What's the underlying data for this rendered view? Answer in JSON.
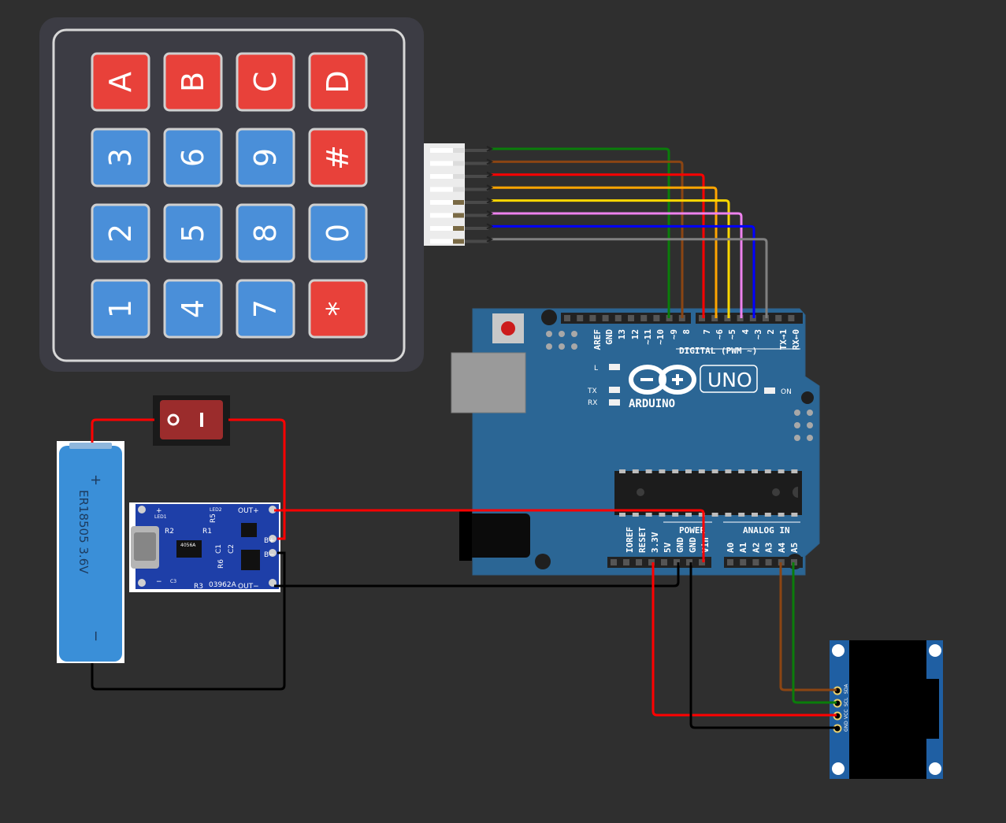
{
  "keypad": {
    "keys": [
      {
        "label": "A",
        "color": "#e8413a"
      },
      {
        "label": "B",
        "color": "#e8413a"
      },
      {
        "label": "C",
        "color": "#e8413a"
      },
      {
        "label": "D",
        "color": "#e8413a"
      },
      {
        "label": "3",
        "color": "#4a8fd9"
      },
      {
        "label": "6",
        "color": "#4a8fd9"
      },
      {
        "label": "9",
        "color": "#4a8fd9"
      },
      {
        "label": "#",
        "color": "#e8413a"
      },
      {
        "label": "2",
        "color": "#4a8fd9"
      },
      {
        "label": "5",
        "color": "#4a8fd9"
      },
      {
        "label": "8",
        "color": "#4a8fd9"
      },
      {
        "label": "0",
        "color": "#4a8fd9"
      },
      {
        "label": "1",
        "color": "#4a8fd9"
      },
      {
        "label": "4",
        "color": "#4a8fd9"
      },
      {
        "label": "7",
        "color": "#4a8fd9"
      },
      {
        "label": "*",
        "color": "#e8413a"
      }
    ]
  },
  "arduino": {
    "model": "UNO",
    "brand": "ARDUINO",
    "digital_header": "DIGITAL (PWM ~)",
    "digital_pins": [
      "AREF",
      "GND",
      "13",
      "12",
      "~11",
      "~10",
      "~9",
      "8",
      "7",
      "~6",
      "~5",
      "4",
      "~3",
      "2",
      "TX→1",
      "RX←0"
    ],
    "power_header": "POWER",
    "power_pins": [
      "IOREF",
      "RESET",
      "3.3V",
      "5V",
      "GND",
      "GND",
      "Vin"
    ],
    "analog_header": "ANALOG IN",
    "analog_pins": [
      "A0",
      "A1",
      "A2",
      "A3",
      "A4",
      "A5"
    ],
    "led_l": "L",
    "led_tx": "TX",
    "led_rx": "RX",
    "led_on": "ON"
  },
  "battery": {
    "label": "ER18505  3.6V",
    "plus": "+",
    "minus": "−"
  },
  "switch": {
    "off": "O",
    "on": "I"
  },
  "charger": {
    "out_plus": "OUT+",
    "out_minus": "OUT−",
    "b_plus": "B+",
    "b_minus": "B−",
    "model": "03962A",
    "chip": "4056A",
    "r2": "R2",
    "r1": "R1",
    "r3": "R3",
    "r5": "R5",
    "r6": "R6",
    "c1": "C1",
    "c2": "C2",
    "c3": "C3",
    "led1": "LED1",
    "led2": "LED2",
    "plus": "+",
    "minus": "−"
  },
  "oled": {
    "pins": [
      "GND",
      "VCC",
      "SCL",
      "SDA"
    ]
  },
  "wire_colors": [
    "#0a7d0a",
    "#8b4513",
    "#ff0000",
    "#ffa500",
    "#ffd700",
    "#ee82ee",
    "#0000ff",
    "#808080"
  ]
}
